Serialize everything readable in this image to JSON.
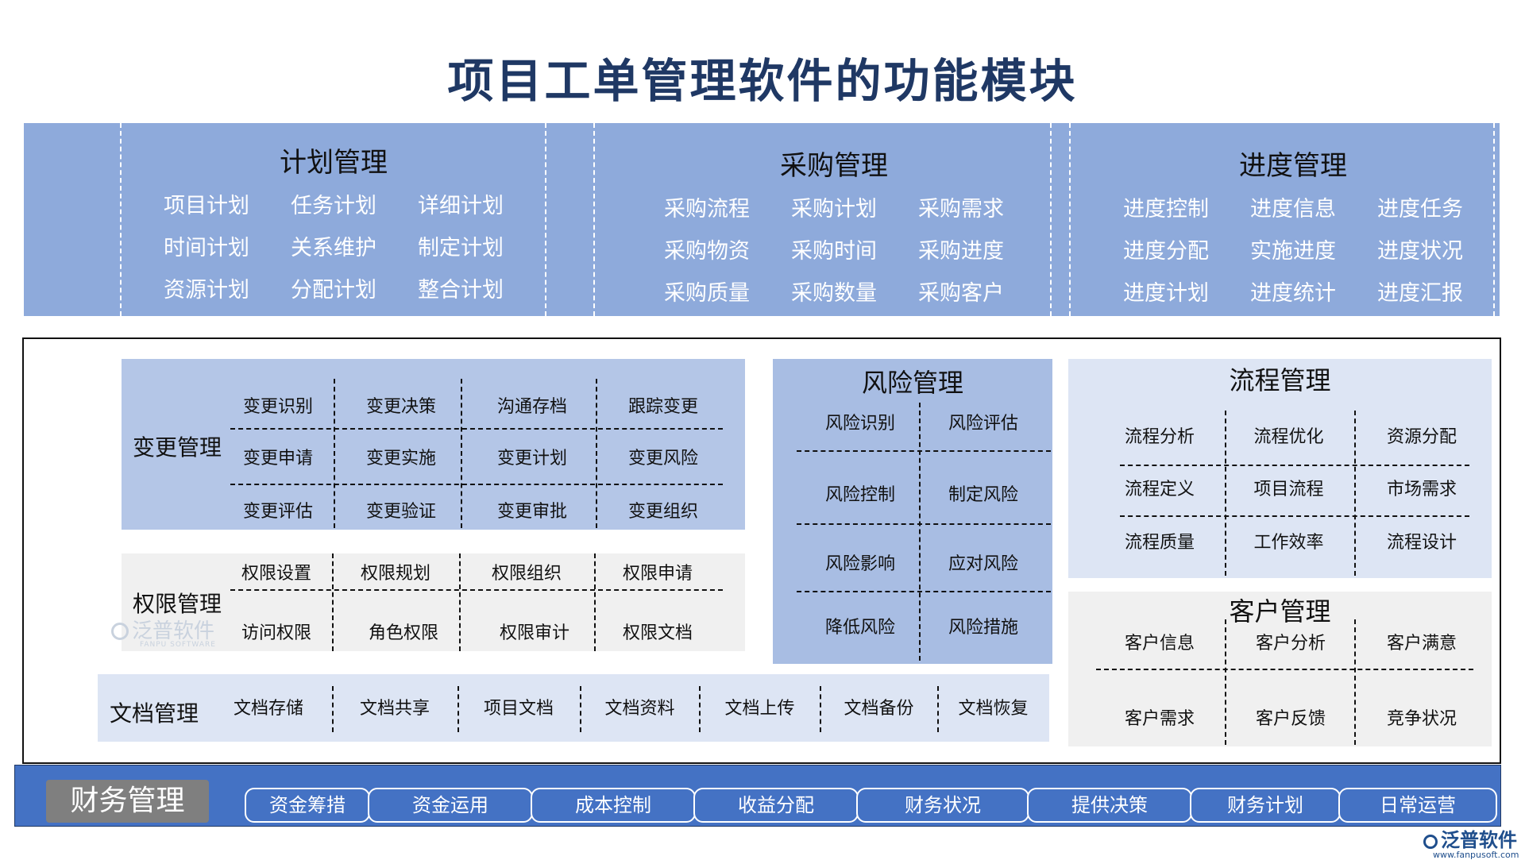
{
  "title": "项目工单管理软件的功能模块",
  "plan": {
    "title": "计划管理",
    "items": [
      "项目计划",
      "任务计划",
      "详细计划",
      "时间计划",
      "关系维护",
      "制定计划",
      "资源计划",
      "分配计划",
      "整合计划"
    ]
  },
  "purchase": {
    "title": "采购管理",
    "items": [
      "采购流程",
      "采购计划",
      "采购需求",
      "采购物资",
      "采购时间",
      "采购进度",
      "采购质量",
      "采购数量",
      "采购客户"
    ]
  },
  "progress": {
    "title": "进度管理",
    "items": [
      "进度控制",
      "进度信息",
      "进度任务",
      "进度分配",
      "实施进度",
      "进度状况",
      "进度计划",
      "进度统计",
      "进度汇报"
    ]
  },
  "change": {
    "title": "变更管理",
    "items": [
      "变更识别",
      "变更决策",
      "沟通存档",
      "跟踪变更",
      "变更申请",
      "变更实施",
      "变更计划",
      "变更风险",
      "变更评估",
      "变更验证",
      "变更审批",
      "变更组织"
    ]
  },
  "permission": {
    "title": "权限管理",
    "items": [
      "权限设置",
      "权限规划",
      "权限组织",
      "权限申请",
      "访问权限",
      "角色权限",
      "权限审计",
      "权限文档"
    ]
  },
  "document": {
    "title": "文档管理",
    "items": [
      "文档存储",
      "文档共享",
      "项目文档",
      "文档资料",
      "文档上传",
      "文档备份",
      "文档恢复"
    ]
  },
  "risk": {
    "title": "风险管理",
    "items": [
      "风险识别",
      "风险评估",
      "风险控制",
      "制定风险",
      "风险影响",
      "应对风险",
      "降低风险",
      "风险措施"
    ]
  },
  "process": {
    "title": "流程管理",
    "items": [
      "流程分析",
      "流程优化",
      "资源分配",
      "流程定义",
      "项目流程",
      "市场需求",
      "流程质量",
      "工作效率",
      "流程设计"
    ]
  },
  "customer": {
    "title": "客户管理",
    "items": [
      "客户信息",
      "客户分析",
      "客户满意",
      "客户需求",
      "客户反馈",
      "竞争状况"
    ]
  },
  "finance": {
    "title": "财务管理",
    "items": [
      "资金筹措",
      "资金运用",
      "成本控制",
      "收益分配",
      "财务状况",
      "提供决策",
      "财务计划",
      "日常运营"
    ]
  },
  "watermark": {
    "name": "泛普软件",
    "sub": "FANPU SOFTWARE"
  },
  "logo": {
    "name": "泛普软件",
    "url": "www.fanpusoft.com"
  },
  "colors": {
    "title": "#1f3864",
    "top_band": "#8eaadb",
    "finance_band": "#4472c4"
  }
}
